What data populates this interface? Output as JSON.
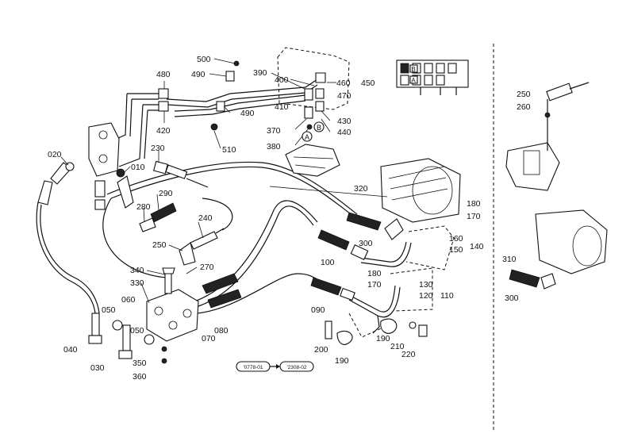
{
  "labels": {
    "p500": "500",
    "p480": "480",
    "p490a": "490",
    "p390": "390",
    "p400": "400",
    "p460": "460",
    "p450": "450",
    "p470": "470",
    "p410": "410",
    "p490b": "490",
    "p420": "420",
    "p430": "430",
    "p440": "440",
    "p370": "370",
    "p380": "380",
    "p510": "510",
    "p020": "020",
    "p230": "230",
    "p010": "010",
    "p290": "290",
    "p280": "280",
    "p240": "240",
    "p250a": "250",
    "p270": "270",
    "p340": "340",
    "p330": "330",
    "p060": "060",
    "p050a": "050",
    "p050b": "050",
    "p040": "040",
    "p030": "030",
    "p350": "350",
    "p360": "360",
    "p070": "070",
    "p080": "080",
    "p320": "320",
    "p180a": "180",
    "p170a": "170",
    "p300a": "300",
    "p160": "160",
    "p150": "150",
    "p140": "140",
    "p100": "100",
    "p180b": "180",
    "p170b": "170",
    "p130": "130",
    "p120": "120",
    "p110": "110",
    "p090": "090",
    "p200": "200",
    "p190a": "190",
    "p190b": "190",
    "p210": "210",
    "p220": "220",
    "p250b": "250",
    "p260": "260",
    "p310": "310",
    "p300b": "300",
    "markA": "A",
    "markB": "B",
    "markA2": "A",
    "markB2": "B"
  },
  "codes": {
    "left": "'0778-01",
    "right": "'2308-02"
  }
}
